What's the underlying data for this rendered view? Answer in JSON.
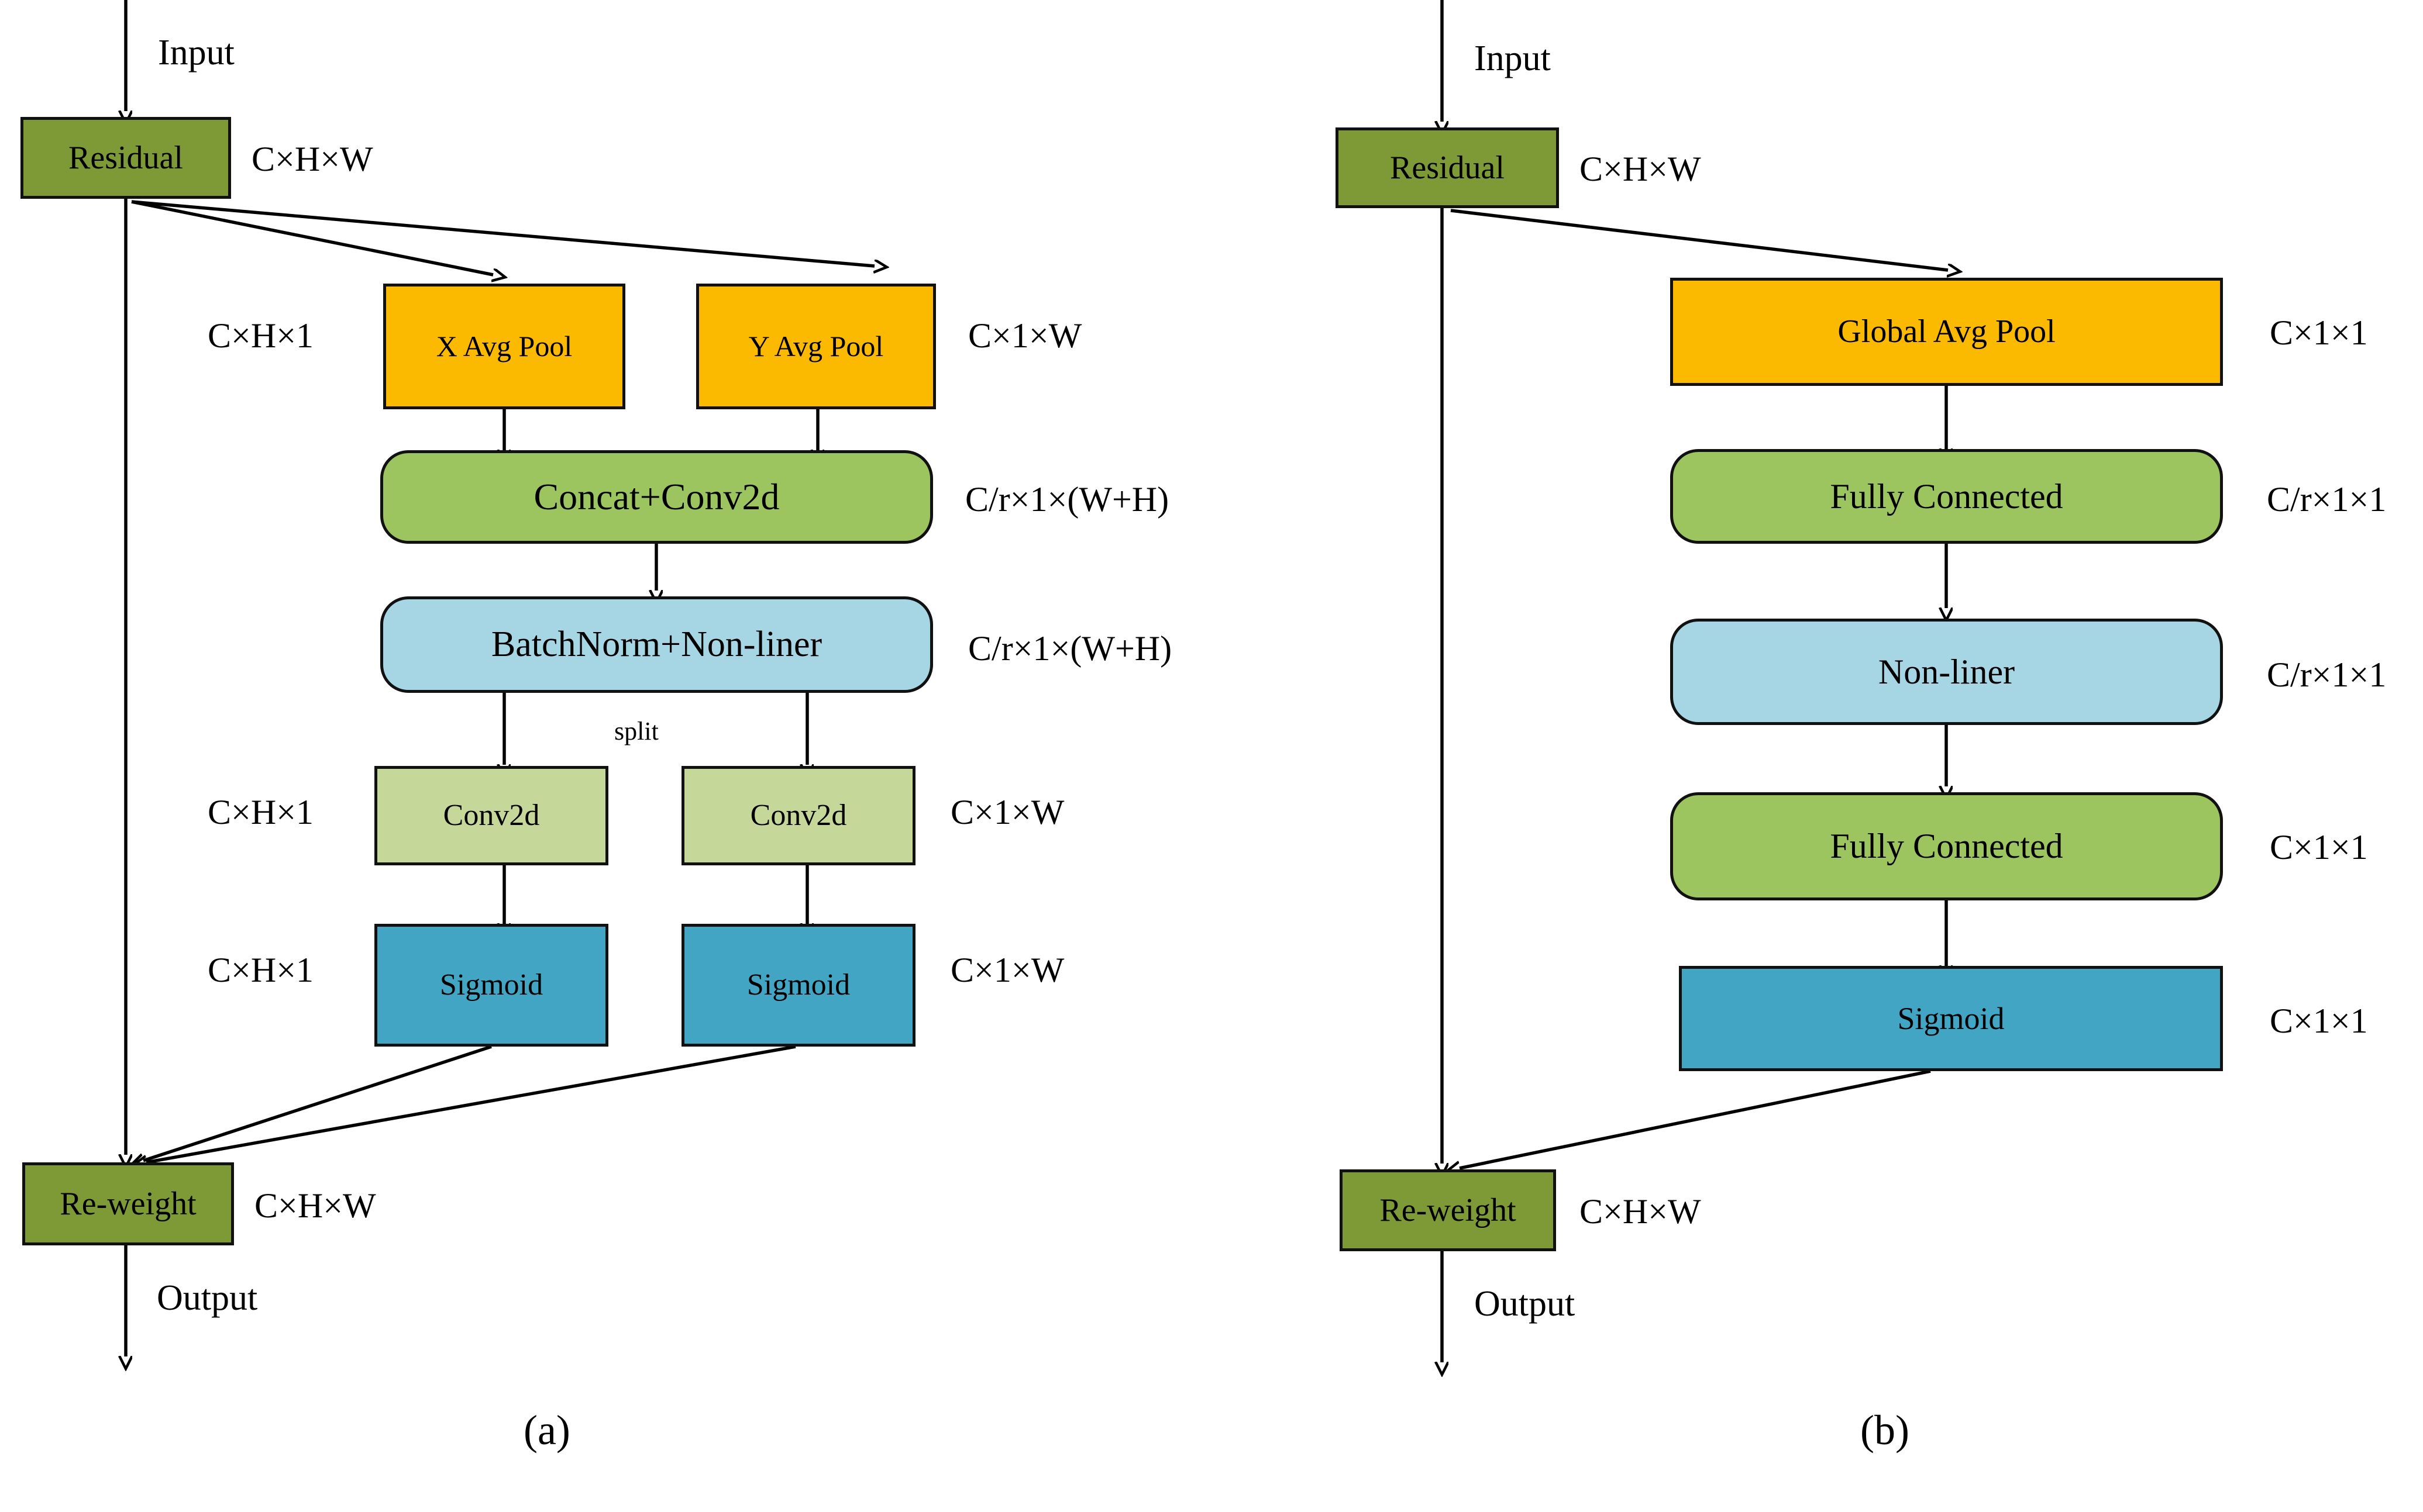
{
  "figure": {
    "panels": [
      {
        "id": "a",
        "caption": "(a)",
        "flow_labels": {
          "input": "Input",
          "output": "Output"
        },
        "nodes": [
          {
            "name": "residual",
            "label": "Residual",
            "dim": "C×H×W",
            "color": "#7D9A36",
            "shape": "rect"
          },
          {
            "name": "x-avg-pool",
            "label": "X Avg Pool",
            "dim": "C×H×1",
            "color": "#FBB900",
            "shape": "rect"
          },
          {
            "name": "y-avg-pool",
            "label": "Y Avg Pool",
            "dim": "C×1×W",
            "color": "#FBB900",
            "shape": "rect"
          },
          {
            "name": "concat-conv2d",
            "label": "Concat+Conv2d",
            "dim": "C/r×1×(W+H)",
            "color": "#9CC45F",
            "shape": "rounded"
          },
          {
            "name": "batchnorm-nonliner",
            "label": "BatchNorm+Non-liner",
            "dim": "C/r×1×(W+H)",
            "color": "#A6D5E4",
            "shape": "rounded"
          },
          {
            "name": "conv2d-left",
            "label": "Conv2d",
            "dim": "C×H×1",
            "color": "#C5D89A",
            "shape": "rect"
          },
          {
            "name": "conv2d-right",
            "label": "Conv2d",
            "dim": "C×1×W",
            "color": "#C5D89A",
            "shape": "rect"
          },
          {
            "name": "sigmoid-left",
            "label": "Sigmoid",
            "dim": "C×H×1",
            "color": "#42A5C4",
            "shape": "rect"
          },
          {
            "name": "sigmoid-right",
            "label": "Sigmoid",
            "dim": "C×1×W",
            "color": "#42A5C4",
            "shape": "rect"
          },
          {
            "name": "re-weight",
            "label": "Re-weight",
            "dim": "C×H×W",
            "color": "#7D9A36",
            "shape": "rect"
          }
        ],
        "edge_labels": [
          {
            "name": "split",
            "text": "split"
          }
        ]
      },
      {
        "id": "b",
        "caption": "(b)",
        "flow_labels": {
          "input": "Input",
          "output": "Output"
        },
        "nodes": [
          {
            "name": "residual",
            "label": "Residual",
            "dim": "C×H×W",
            "color": "#7D9A36",
            "shape": "rect"
          },
          {
            "name": "global-avg-pool",
            "label": "Global Avg Pool",
            "dim": "C×1×1",
            "color": "#FBB900",
            "shape": "rect"
          },
          {
            "name": "fully-connected-1",
            "label": "Fully Connected",
            "dim": "C/r×1×1",
            "color": "#9CC45F",
            "shape": "rounded"
          },
          {
            "name": "non-liner",
            "label": "Non-liner",
            "dim": "C/r×1×1",
            "color": "#A6D5E4",
            "shape": "rounded"
          },
          {
            "name": "fully-connected-2",
            "label": "Fully Connected",
            "dim": "C×1×1",
            "color": "#9CC45F",
            "shape": "rounded"
          },
          {
            "name": "sigmoid",
            "label": "Sigmoid",
            "dim": "C×1×1",
            "color": "#42A5C4",
            "shape": "rect"
          },
          {
            "name": "re-weight",
            "label": "Re-weight",
            "dim": "C×H×W",
            "color": "#7D9A36",
            "shape": "rect"
          }
        ],
        "edge_labels": []
      }
    ]
  }
}
